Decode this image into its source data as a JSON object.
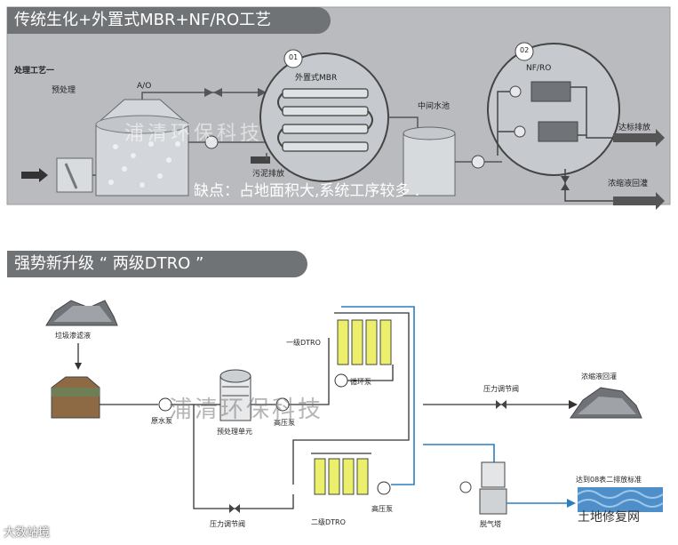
{
  "section1": {
    "title": "传统生化+外置式MBR+NF/RO工艺",
    "process_label": "处理工艺一",
    "labels": {
      "pretreat": "预处理",
      "ao": "A/O",
      "mbr_num": "01",
      "mbr": "外置式MBR",
      "sludge": "污泥排放",
      "mid_pool": "中间水池",
      "nfro_num": "02",
      "nfro": "NF/RO",
      "discharge": "达标排放",
      "concentrate": "浓缩液回灌"
    },
    "drawback": "缺点：占地面积大,系统工序较多 .",
    "watermark": "浦清环保科技"
  },
  "section2": {
    "title": "强势新升级 “ 两级DTRO ”",
    "labels": {
      "leachate": "垃圾渗滤液",
      "raw_pump": "原水泵",
      "pre_unit": "预处理单元",
      "hp_pump1": "高压泵",
      "stage1": "一级DTRO",
      "circ_pump": "循环泵",
      "pressure_valve1": "压力调节阀",
      "concentrate": "浓缩液回灌",
      "stage2": "二级DTRO",
      "hp_pump2": "高压泵",
      "pressure_valve2": "压力调节阀",
      "degas": "脱气塔",
      "standard": "达到08表二排放标准"
    },
    "watermark": "浦清环保科技"
  },
  "footer": {
    "left": "大数站境",
    "right": "土地修复网"
  }
}
